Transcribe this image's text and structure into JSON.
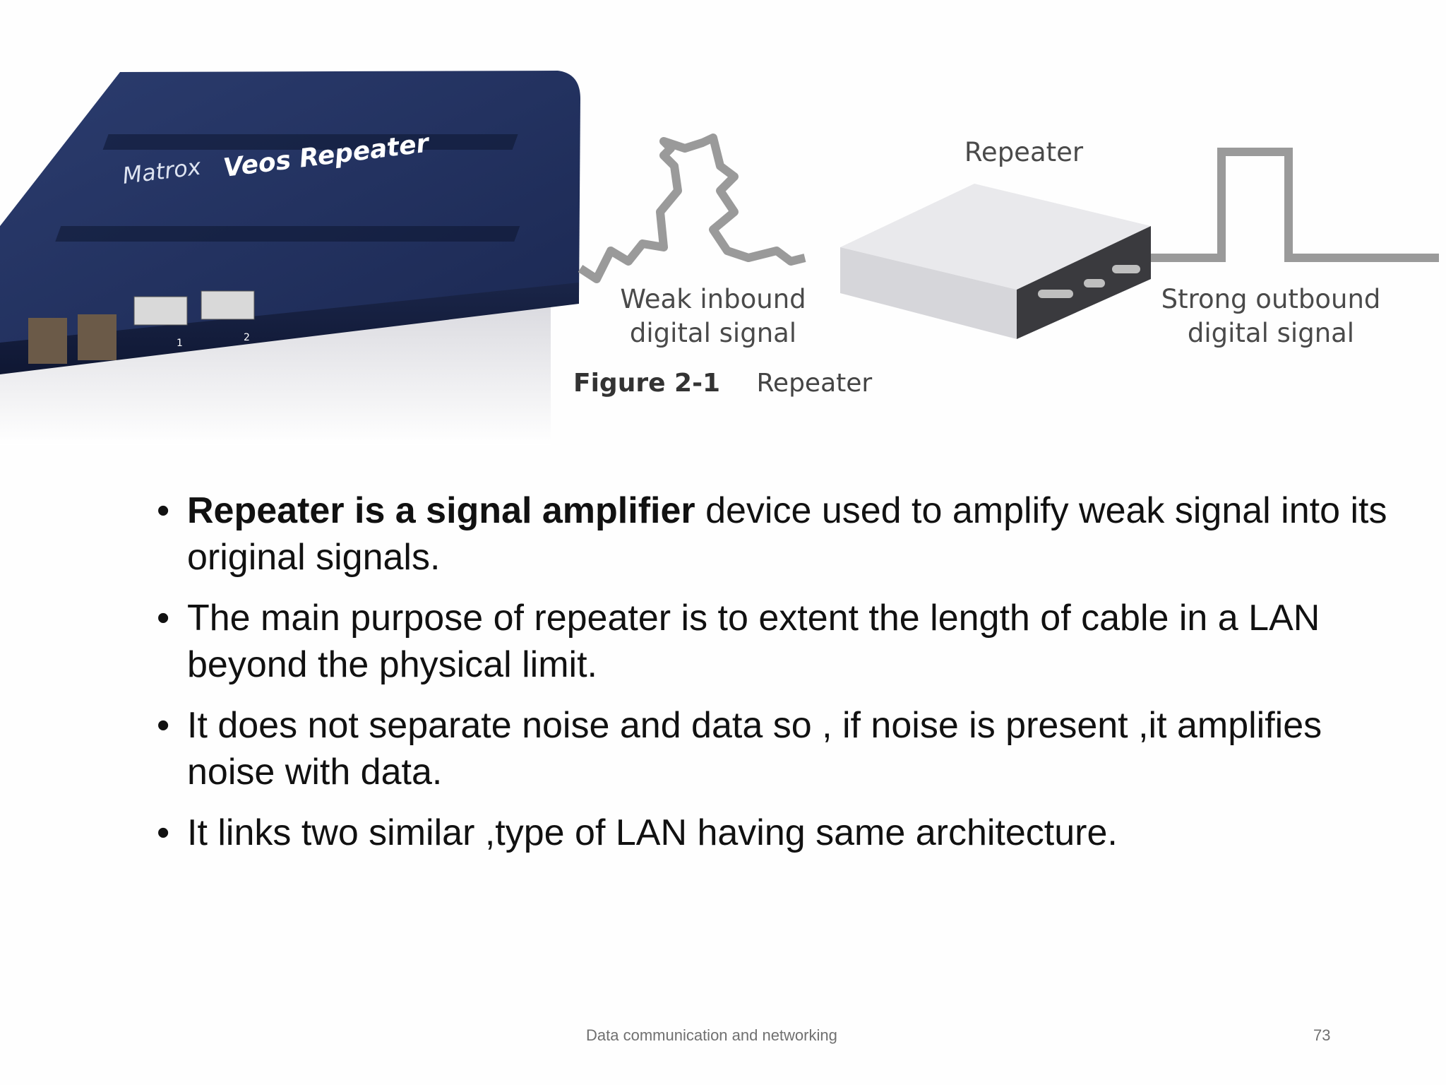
{
  "device_photo": {
    "brand_text": "Matrox",
    "model_text": "Veos Repeater",
    "port_labels": [
      "1",
      "2"
    ]
  },
  "diagram": {
    "repeater_label": "Repeater",
    "weak_label_line1": "Weak inbound",
    "weak_label_line2": "digital signal",
    "strong_label_line1": "Strong outbound",
    "strong_label_line2": "digital signal",
    "figure_number": "Figure 2-1",
    "figure_title": "Repeater"
  },
  "bullets": [
    {
      "bold": "Repeater is a signal amplifier",
      "text": " device used to amplify weak signal into its original signals."
    },
    {
      "bold": "",
      "text": "The main purpose of repeater is to extent the length of cable in a LAN beyond the physical limit."
    },
    {
      "bold": "",
      "text": "It does not separate noise and data so , if noise is present ,it amplifies noise with data."
    },
    {
      "bold": "",
      "text": "It links two similar ,type of LAN having same architecture."
    }
  ],
  "bullet_glyph": "•",
  "footer": {
    "title": "Data communication and networking",
    "page_number": "73"
  },
  "colors": {
    "device_blue": "#1f2f5c",
    "signal_gray": "#9a9a9a",
    "text_dark": "#111111"
  }
}
